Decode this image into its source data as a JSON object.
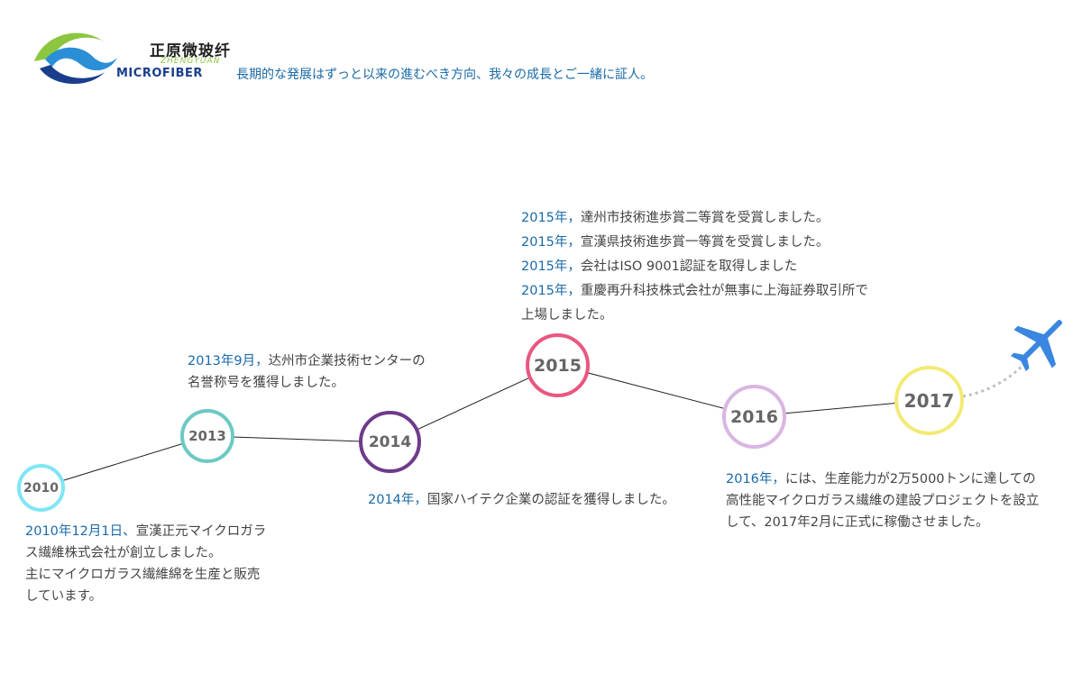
{
  "brand": {
    "name_cn": "正原微玻纤",
    "name_pinyin": "ZHENGYUAN",
    "name_en": "MICROFIBER",
    "logo_colors": [
      "#8cc63f",
      "#1a3e8c",
      "#2a8fd6"
    ]
  },
  "slogan": "長期的な発展はずっと以来の進むべき方向、我々の成長とご一緒に証人。",
  "timeline": {
    "line_color": "#222222",
    "dots_color": "#bfbfbf",
    "plane_color": "#3a86e0",
    "nodes": [
      {
        "year": "2010",
        "color": "#7fe6f5"
      },
      {
        "year": "2013",
        "color": "#6cc9c4"
      },
      {
        "year": "2014",
        "color": "#6f3a8a"
      },
      {
        "year": "2015",
        "color": "#e9577f"
      },
      {
        "year": "2016",
        "color": "#d9b6e2"
      },
      {
        "year": "2017",
        "color": "#f2ea74"
      }
    ]
  },
  "descriptions": {
    "d2010": {
      "year_label": "2010年12月1日、",
      "text": "宣漢正元マイクロガラス繊維株式会社が創立しました。",
      "line2": "主にマイクロガラス繊維綿を生産と販売しています。"
    },
    "d2013": {
      "year_label": "2013年9月，",
      "text": "达州市企業技術センターの名誉称号を獲得しました。"
    },
    "d2014": {
      "year_label": "2014年，",
      "text": "国家ハイテク企業の認証を獲得しました。"
    },
    "d2015": [
      {
        "year_label": "2015年，",
        "text": "達州市技術進歩賞二等賞を受賞しました。"
      },
      {
        "year_label": "2015年，",
        "text": "宣漢県技術進歩賞一等賞を受賞しました。"
      },
      {
        "year_label": "2015年，",
        "text": "会社はISO 9001認証を取得しました"
      },
      {
        "year_label": "2015年，",
        "text": "重慶再升科技株式会社が無事に上海証券取引所で上場しました。"
      }
    ],
    "d2016": {
      "year_label": "2016年，",
      "text": "には、生産能力が2万5000トンに達しての高性能マイクロガラス繊維の建設プロジェクトを設立して、2017年2月に正式に稼働させました。"
    }
  }
}
